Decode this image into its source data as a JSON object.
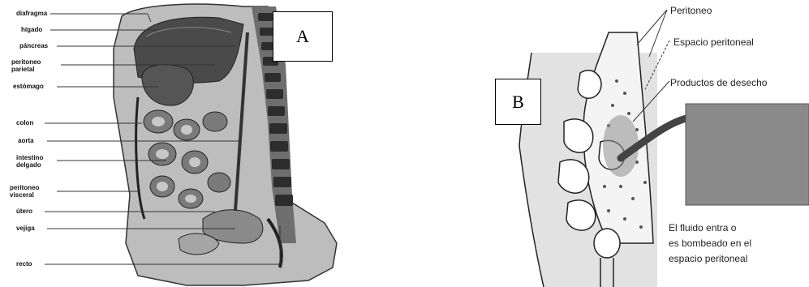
{
  "panel_a": {
    "letter": "A",
    "labels": [
      "diafragma",
      "hígado",
      "páncreas",
      "peritoneo parietal",
      "estómago",
      "colon",
      "aorta",
      "intestino delgado",
      "peritoneo visceral",
      "útero",
      "vejiga",
      "recto"
    ]
  },
  "panel_b": {
    "letter": "B",
    "labels": {
      "peritoneo": "Peritoneo",
      "espacio": "Espacio peritoneal",
      "productos": "Productos de desecho",
      "fluido_1": "El fluido entra o",
      "fluido_2": "es bombeado en el",
      "fluido_3": "espacio peritoneal"
    }
  }
}
